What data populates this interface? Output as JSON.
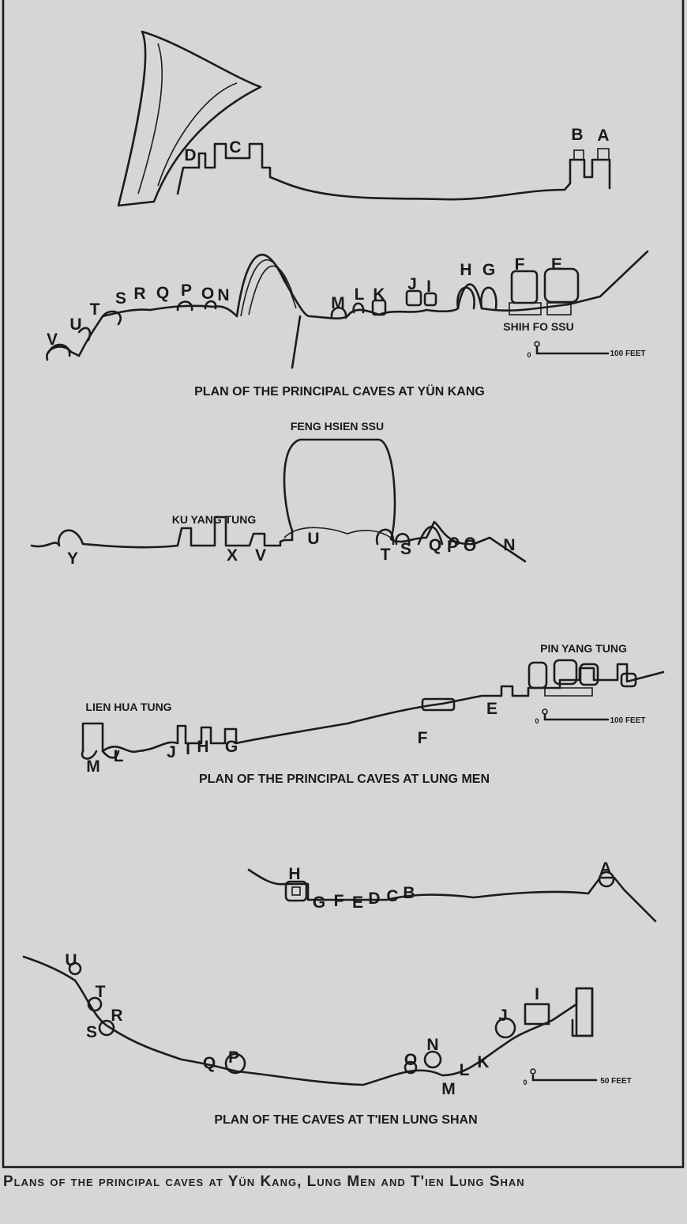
{
  "caption": "Plans of the principal caves at Yün Kang, Lung Men and T'ien Lung Shan",
  "yun_kang": {
    "title": "PLAN OF THE PRINCIPAL CAVES AT YÜN KANG",
    "complex": "SHIH FO SSU",
    "scale": "100 FEET",
    "scale_zero": "0",
    "top_labels": [
      "D",
      "C",
      "B",
      "A"
    ],
    "caves": [
      "V",
      "U",
      "T",
      "S",
      "R",
      "Q",
      "P",
      "O",
      "N",
      "M",
      "L",
      "K",
      "J",
      "I",
      "H",
      "G",
      "F",
      "E"
    ]
  },
  "lung_men": {
    "title": "PLAN OF THE PRINCIPAL CAVES AT LUNG MEN",
    "upper_named": [
      "FENG HSIEN SSU",
      "KU YANG TUNG"
    ],
    "upper_caves": [
      "Y",
      "X",
      "V",
      "U",
      "T",
      "S",
      "Q",
      "P",
      "O",
      "N"
    ],
    "lower_named": [
      "PIN YANG TUNG",
      "LIEN HUA TUNG"
    ],
    "lower_caves": [
      "E",
      "F",
      "M",
      "L",
      "J",
      "I",
      "H",
      "G"
    ],
    "scale": "100 FEET",
    "scale_zero": "0"
  },
  "tien_lung_shan": {
    "title": "PLAN OF THE CAVES AT T'IEN LUNG SHAN",
    "caves": [
      "A",
      "H",
      "G",
      "F",
      "E",
      "D",
      "C",
      "B",
      "U",
      "T",
      "R",
      "S",
      "Q",
      "P",
      "O",
      "N",
      "L",
      "K",
      "M",
      "J",
      "I"
    ],
    "scale": "50 FEET",
    "scale_zero": "0"
  }
}
